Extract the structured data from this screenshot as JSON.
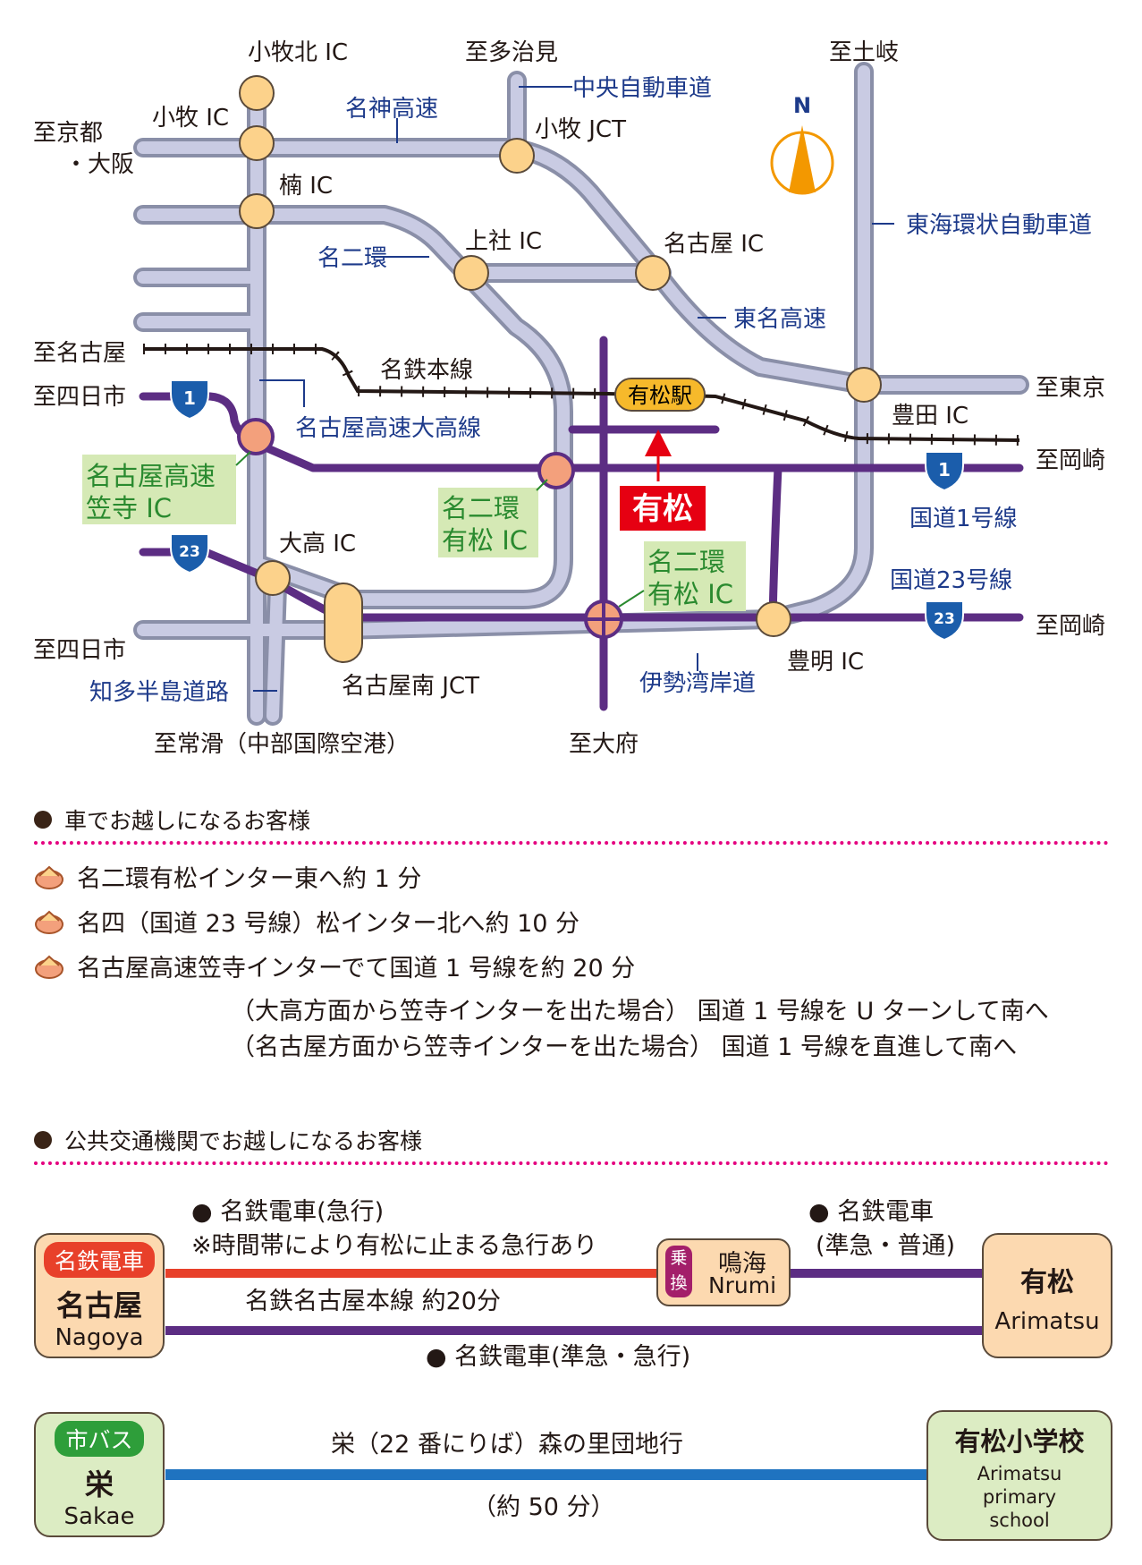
{
  "map": {
    "labels": {
      "komaki_kita_ic": "小牧北 IC",
      "to_tajimi": "至多治見",
      "to_toki": "至土岐",
      "chuo_expwy": "中央自動車道",
      "komaki_ic": "小牧 IC",
      "meishin": "名神高速",
      "komaki_jct": "小牧 JCT",
      "to_kyoto_1": "至京都",
      "to_kyoto_2": "・大阪",
      "kusu_ic": "楠 IC",
      "tokai_kanjo": "東海環状自動車道",
      "meinikan": "名二環",
      "kamiyashiro_ic": "上社 IC",
      "nagoya_ic": "名古屋 IC",
      "tomei": "東名高速",
      "to_nagoya": "至名古屋",
      "meitetsu_line": "名鉄本線",
      "arimatsu_station": "有松駅",
      "to_yokkaichi_1": "至四日市",
      "to_tokyo": "至東京",
      "toyota_ic": "豊田 IC",
      "nagoya_expwy_odaka": "名古屋高速大高線",
      "to_okazaki_1": "至岡崎",
      "kasadera_ic_1": "名古屋高速",
      "kasadera_ic_2": "笠寺 IC",
      "meinikan_arimatsu_a1": "名二環",
      "meinikan_arimatsu_a2": "有松 IC",
      "arimatsu": "有松",
      "route1": "国道1号線",
      "odaka_ic": "大高 IC",
      "meinikan_arimatsu_b1": "名二環",
      "meinikan_arimatsu_b2": "有松 IC",
      "route23": "国道23号線",
      "to_okazaki_2": "至岡崎",
      "to_yokkaichi_2": "至四日市",
      "toyoake_ic": "豊明 IC",
      "nagoya_minami_jct": "名古屋南 JCT",
      "chita_hanto": "知多半島道路",
      "isewangan": "伊勢湾岸道",
      "to_tokoname": "至常滑（中部国際空港）",
      "to_obu": "至大府",
      "north": "N",
      "shield_1a": "1",
      "shield_1b": "1",
      "shield_23a": "23",
      "shield_23b": "23"
    }
  },
  "car_section": {
    "title": "車でお越しになるお客様",
    "items": [
      "名二環有松インター東へ約 1 分",
      "名四（国道 23 号線）松インター北へ約 10 分",
      "名古屋高速笠寺インターでて国道 1 号線を約 20 分"
    ],
    "notes": [
      "（大高方面から笠寺インターを出た場合）  国道 1 号線を U ターンして南へ",
      "（名古屋方面から笠寺インターを出た場合）  国道 1 号線を直進して南へ"
    ]
  },
  "transit_section": {
    "title": "公共交通機関でお越しになるお客様",
    "train": {
      "origin_badge": "名鉄電車",
      "origin_name": "名古屋",
      "origin_roman": "Nagoya",
      "express_label": "● 名鉄電車(急行)",
      "express_note": "※時間帯により有松に止まる急行あり",
      "transfer_badge_1": "乗",
      "transfer_badge_2": "換",
      "transfer_name": "鳴海",
      "transfer_roman": "Nrumi",
      "local_label_1": "● 名鉄電車",
      "local_label_2": "(準急・普通)",
      "line_info": "名鉄名古屋本線  約20分",
      "direct_label": "● 名鉄電車(準急・急行)",
      "dest_name": "有松",
      "dest_roman": "Arimatsu"
    },
    "bus": {
      "origin_badge": "市バス",
      "origin_name": "栄",
      "origin_roman": "Sakae",
      "route": "栄（22 番にりば）森の里団地行",
      "duration": "（約 50 分）",
      "dest_name": "有松小学校",
      "dest_roman_1": "Arimatsu",
      "dest_roman_2": "primary",
      "dest_roman_3": "school"
    }
  },
  "colors": {
    "road_fill": "#c9cbe3",
    "road_edge": "#8a8fa8",
    "national_road": "#5c2d83",
    "ic_fill": "#fcd28b",
    "ic_highlight": "#f3a07c",
    "label_blue": "#1d3a8a",
    "label_green_bg": "#d5e9b5",
    "label_green_text": "#2a8a2f",
    "accent_red": "#e60012",
    "accent_magenta": "#e4007f",
    "train_red": "#e8402a",
    "bus_blue": "#1f73c0"
  }
}
